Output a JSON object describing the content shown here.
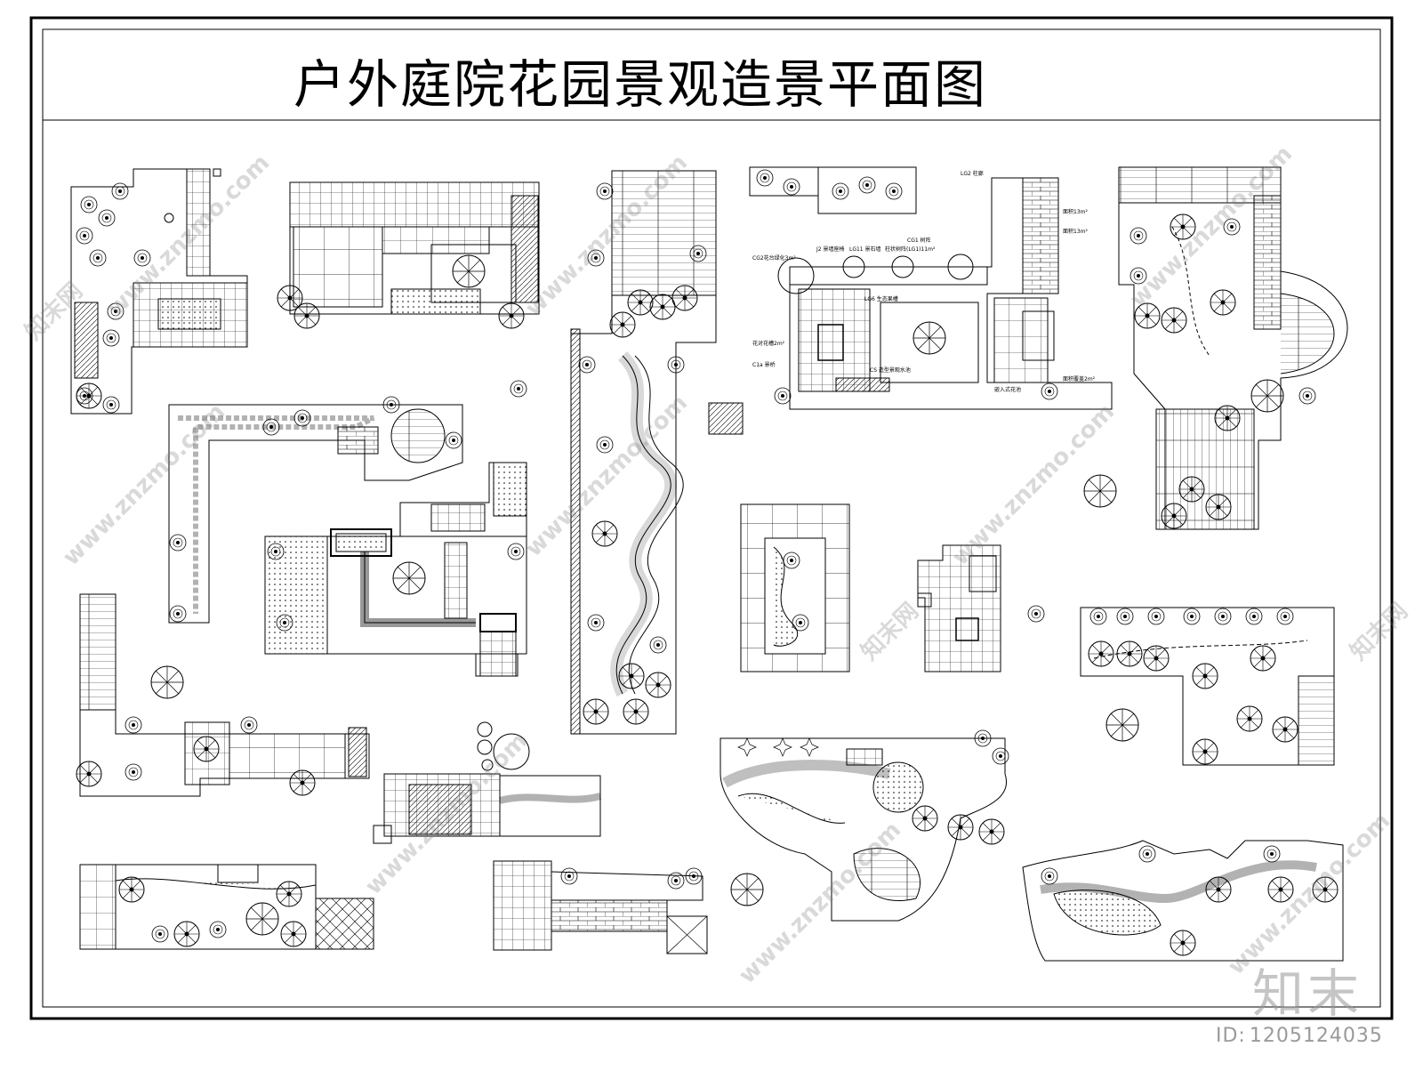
{
  "title": "户外庭院花园景观造景平面图",
  "watermark": {
    "text_cn": "知末网",
    "text_en": "www.znzmo.com"
  },
  "brand": "知末",
  "image_id": {
    "label": "ID:",
    "value": "1205124035"
  },
  "plan_labels": {
    "lg2": "LG2 柱廊",
    "cg1": "CG1 树阵",
    "cg2": "CG2花台绿化3m²",
    "j2": "J2 景墙座椅",
    "lg11": "LG11 景石墙",
    "lg_tree": "柱状树阵(LG1)11m²",
    "lg6": "LG6 生态果槽",
    "flower": "花对花槽2m²",
    "c1a": "C1a 景桥",
    "cs": "CS 造型景观水池",
    "area1": "面积13m²",
    "area2": "面积13m²",
    "area3": "面积覆盖2m²",
    "area4": "嵌入式花池"
  },
  "colors": {
    "ink": "#000000",
    "watermark": "#9a9a9a"
  }
}
